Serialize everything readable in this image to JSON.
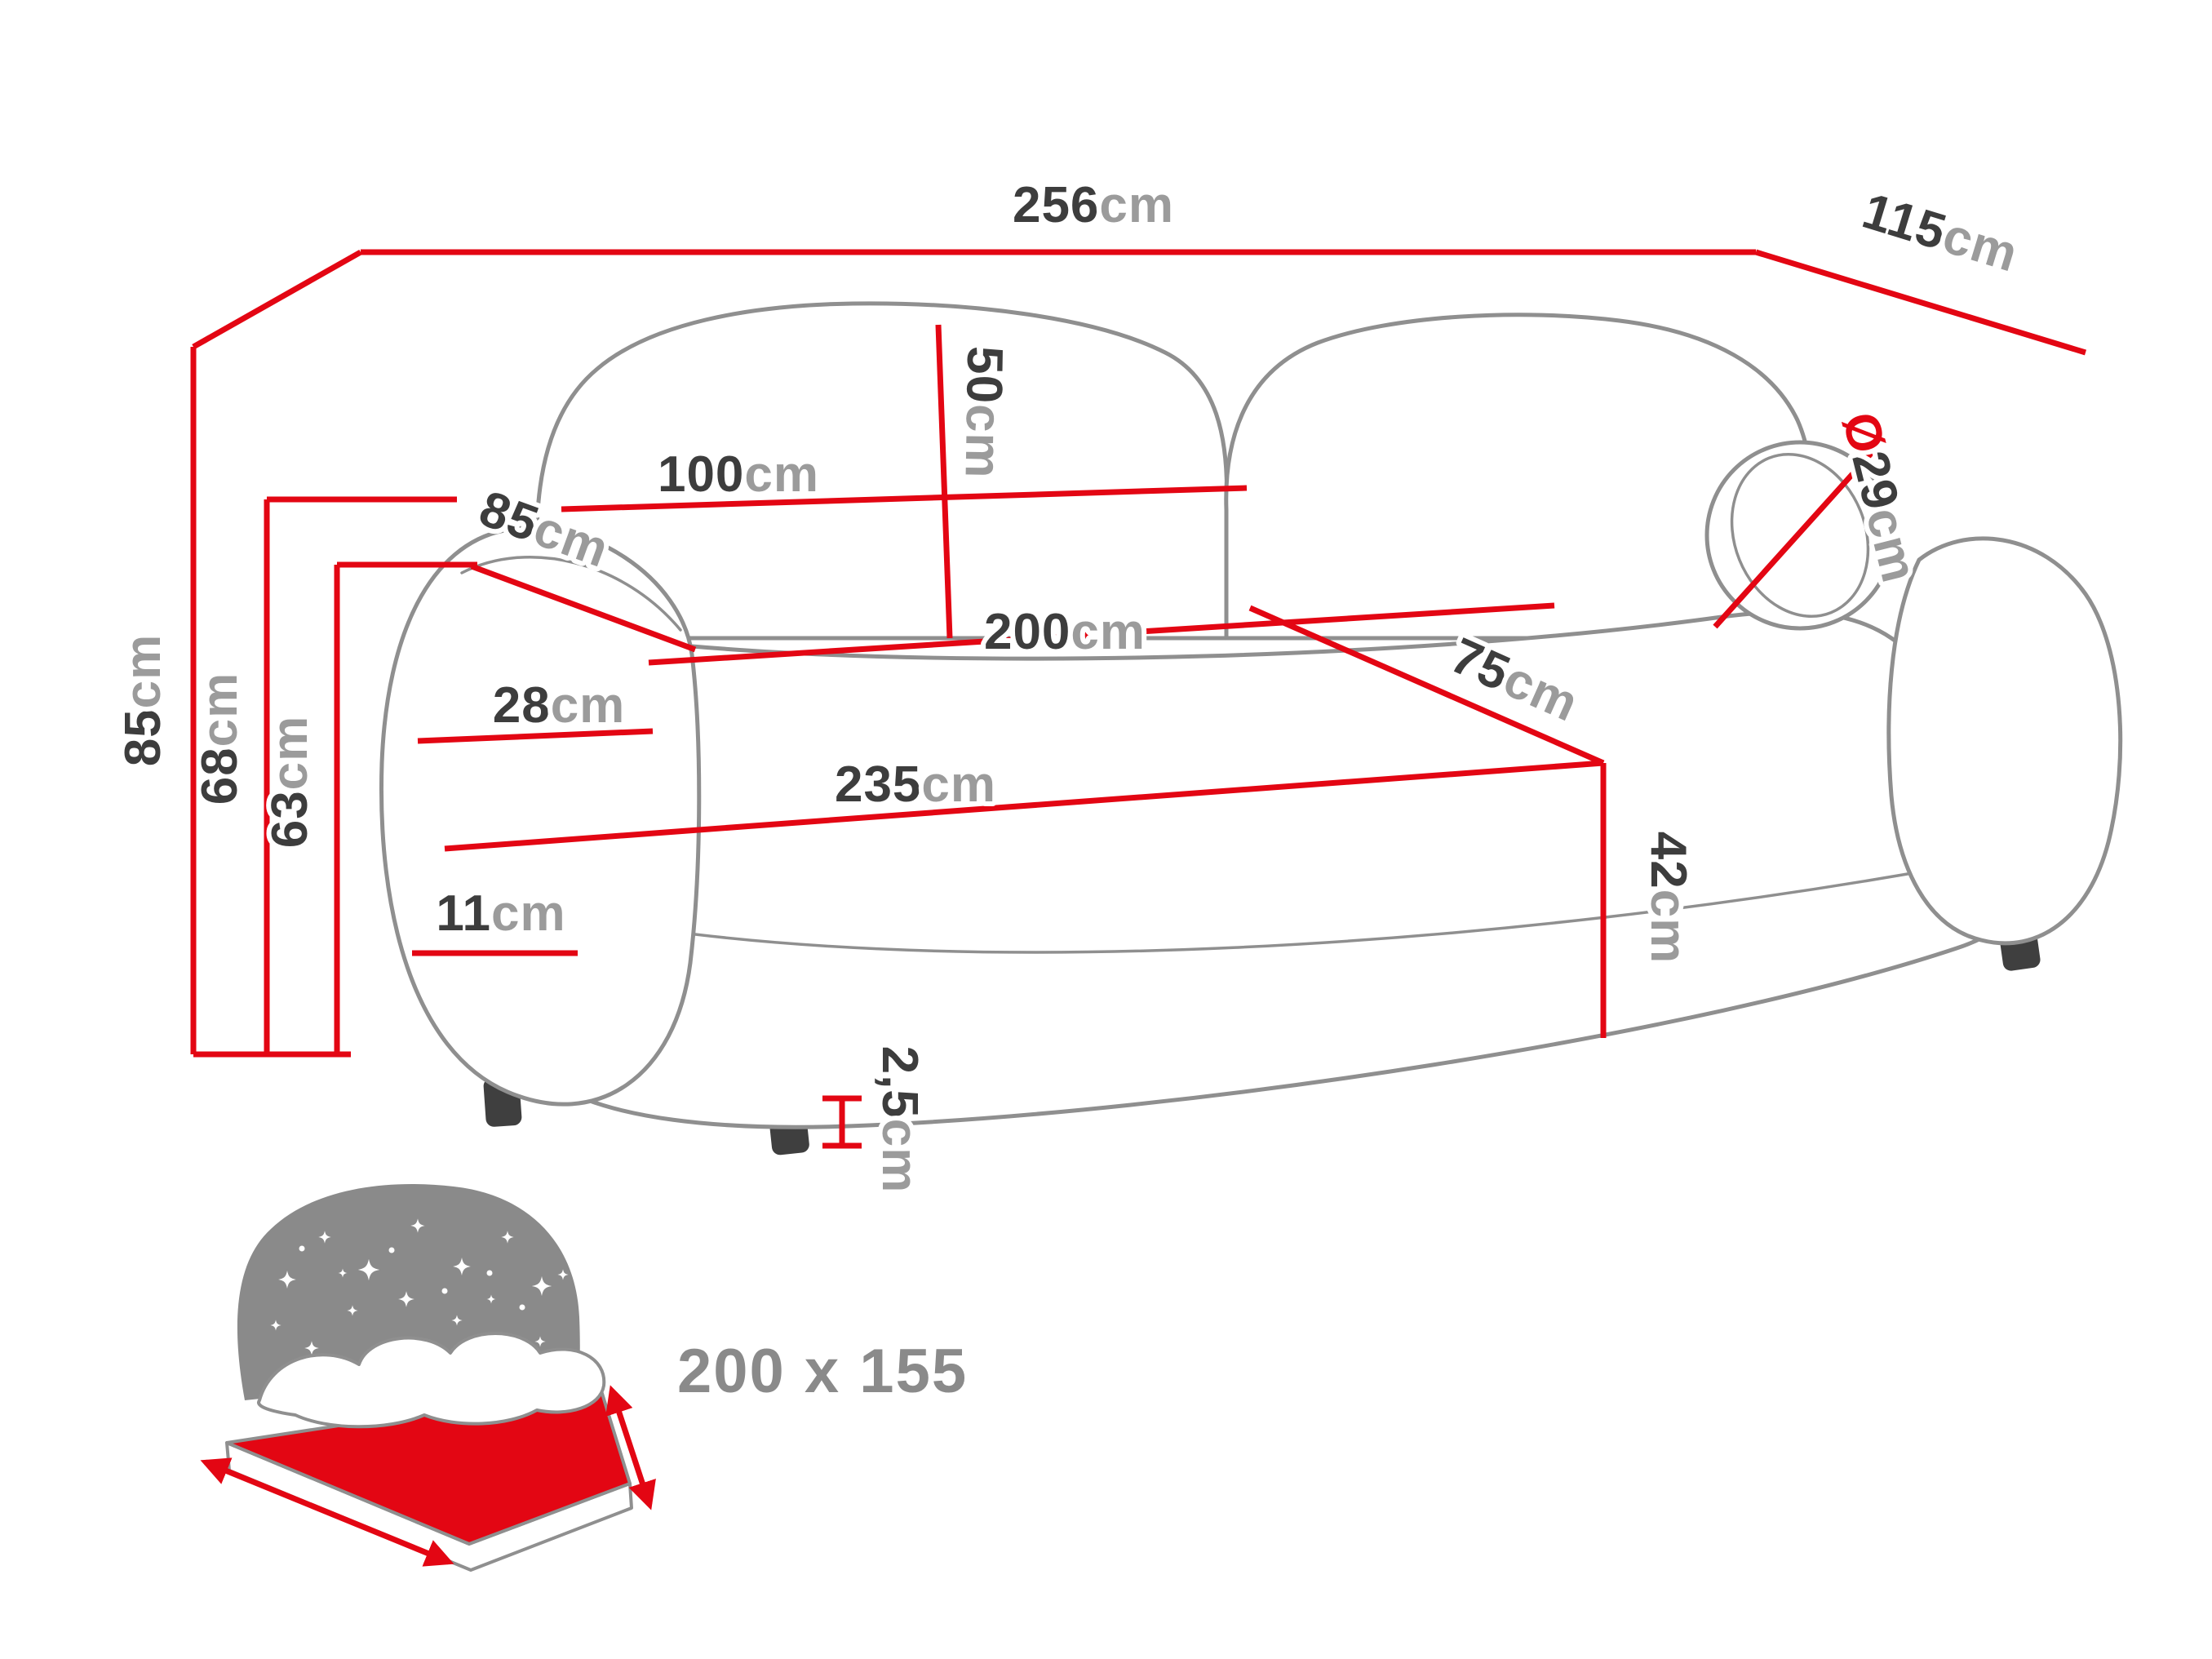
{
  "colors": {
    "accent_red": "#e30613",
    "sofa_outline": "#8f8f8f",
    "value_text": "#3d3d3d",
    "unit_text": "#9b9b9b",
    "icon_gray": "#8a8a8a"
  },
  "labels": {
    "width": {
      "value": "256",
      "unit": "cm"
    },
    "depth": {
      "value": "115",
      "unit": "cm"
    },
    "height": {
      "value": "85",
      "unit": "cm"
    },
    "armrest_height": {
      "value": "68",
      "unit": "cm"
    },
    "back_seat_height": {
      "value": "63",
      "unit": "cm"
    },
    "backrest_height": {
      "value": "50",
      "unit": "cm"
    },
    "backrest_width": {
      "value": "100",
      "unit": "cm"
    },
    "armrest_depth": {
      "value": "85",
      "unit": "cm"
    },
    "seat_width": {
      "value": "200",
      "unit": "cm"
    },
    "seat_depth": {
      "value": "75",
      "unit": "cm"
    },
    "pillow_diameter": {
      "prefix": "Ø",
      "value": "29",
      "unit": "cm"
    },
    "sleeping_length": {
      "value": "235",
      "unit": "cm"
    },
    "seat_height": {
      "value": "42",
      "unit": "cm"
    },
    "armrest_width": {
      "value": "28",
      "unit": "cm"
    },
    "base_clearance": {
      "value": "11",
      "unit": "cm"
    },
    "leg_height": {
      "value": "2,5",
      "unit": "cm"
    },
    "sleeping_area": {
      "value": "200 x 155"
    }
  }
}
